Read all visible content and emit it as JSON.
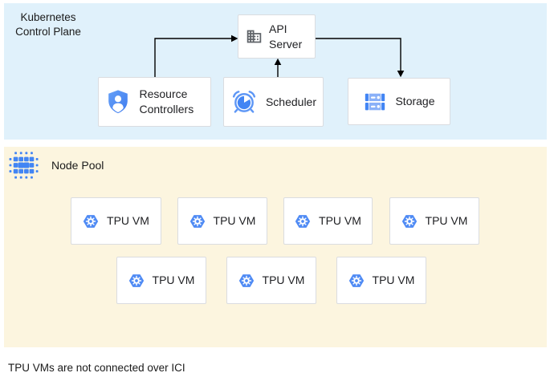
{
  "control_plane": {
    "label": "Kubernetes Control Plane",
    "nodes": {
      "api_server": {
        "label": "API Server",
        "icon": "building-icon"
      },
      "resource_controllers": {
        "label": "Resource Controllers",
        "icon": "shield-person-icon"
      },
      "scheduler": {
        "label": "Scheduler",
        "icon": "alarm-clock-icon"
      },
      "storage": {
        "label": "Storage",
        "icon": "storage-disks-icon"
      }
    },
    "edges": [
      {
        "from": "resource_controllers",
        "to": "api_server"
      },
      {
        "from": "scheduler",
        "to": "api_server"
      },
      {
        "from": "api_server",
        "to": "storage"
      }
    ]
  },
  "node_pool": {
    "label": "Node Pool",
    "icon": "dot-matrix-icon",
    "vms": [
      {
        "label": "TPU VM"
      },
      {
        "label": "TPU VM"
      },
      {
        "label": "TPU VM"
      },
      {
        "label": "TPU VM"
      },
      {
        "label": "TPU VM"
      },
      {
        "label": "TPU VM"
      },
      {
        "label": "TPU VM"
      }
    ]
  },
  "caption": "TPU VMs are not connected over ICI",
  "colors": {
    "control_plane_bg": "#E0F1FB",
    "node_pool_bg": "#FCF5DF",
    "box_border": "#DADCE0",
    "accent_blue": "#4285F4",
    "storage_light_blue": "#89B0F8",
    "icon_gray": "#5F6368",
    "arrow": "#000000",
    "text": "#202124"
  }
}
